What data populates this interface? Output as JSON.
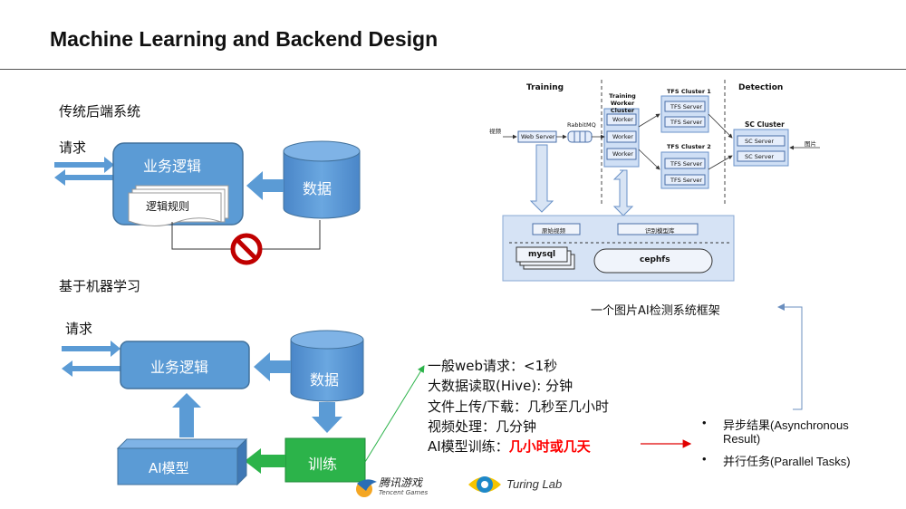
{
  "title": "Machine Learning and Backend Design",
  "traditional": {
    "heading": "传统后端系统",
    "request": "请求",
    "business_logic": "业务逻辑",
    "logic_rules": "逻辑规则",
    "data": "数据"
  },
  "ml_based": {
    "heading": "基于机器学习",
    "request": "请求",
    "business_logic": "业务逻辑",
    "data": "数据",
    "training": "训练",
    "ai_model": "AI模型"
  },
  "arch": {
    "training": "Training",
    "detection": "Detection",
    "training_worker_cluster": "Training Worker Cluster",
    "worker": "Worker",
    "web_server": "Web Server",
    "rabbitmq": "RabbitMQ",
    "input_label": "视频",
    "tfs_cluster_1": "TFS Cluster 1",
    "tfs_cluster_2": "TFS Cluster 2",
    "tfs_server": "TFS Server",
    "sc_cluster": "SC Cluster",
    "sc_server": "SC Server",
    "image_label": "图片",
    "raw_video": "原始视频",
    "model_store": "识别模型库",
    "mysql": "mysql",
    "cephfs": "cephfs"
  },
  "arch_caption": "一个图片AI检测系统框架",
  "latency": {
    "lines": [
      "一般web请求：<1秒",
      "大数据读取(Hive): 分钟",
      "文件上传/下载：几秒至几小时",
      "视频处理：几分钟"
    ],
    "ai_training_prefix": "AI模型训练：",
    "ai_training_highlight": "几小时或几天"
  },
  "bullets": [
    "异步结果(Asynchronous Result)",
    "并行任务(Parallel Tasks)"
  ],
  "bullet_lines": [
    "异步结果(Asynchronous",
    "Result)",
    "并行任务(Parallel Tasks)"
  ],
  "logos": {
    "tencent_games_cn": "腾讯游戏",
    "tencent_games_en": "Tencent Games",
    "turing_lab": "Turing Lab"
  },
  "colors": {
    "box_blue": "#5b9bd5",
    "box_blue_dark": "#41719c",
    "arrow_blue": "#a9c4e6",
    "training_green": "#2cb34a",
    "highlight_red": "#ff0000",
    "no_symbol_red": "#c00000"
  }
}
